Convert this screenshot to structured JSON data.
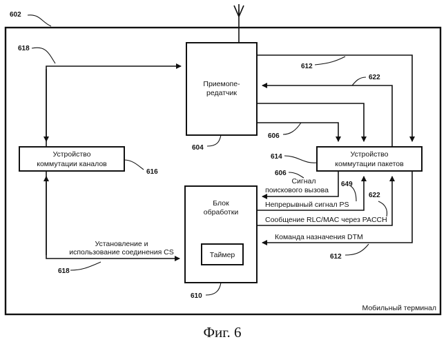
{
  "figure": {
    "caption": "Фиг. 6",
    "frame_label": "Мобильный терминал",
    "frame_ref": "602"
  },
  "blocks": {
    "transceiver": {
      "lines": [
        "Приемопе-",
        "редатчик"
      ],
      "ref": "604"
    },
    "cs_device": {
      "lines": [
        "Устройство",
        "коммутации каналов"
      ],
      "ref": "616"
    },
    "ps_device": {
      "lines": [
        "Устройство",
        "коммутации пакетов"
      ],
      "ref": "614"
    },
    "processor": {
      "lines": [
        "Блок",
        "обработки"
      ],
      "ref": "610"
    },
    "timer": {
      "label": "Таймер"
    }
  },
  "signals": {
    "paging": {
      "lines": [
        "Сигнал",
        "поискового вызова"
      ],
      "ref": "606"
    },
    "ps_cont": {
      "label": "Непрерывный сигнал PS",
      "ref": "649"
    },
    "rlc_mac": {
      "label": "Сообщение RLC/MAC через PACCH",
      "ref": "622"
    },
    "dtm": {
      "label": "Команда назначения DTM",
      "ref": "612"
    },
    "cs_setup": {
      "lines": [
        "Установление и",
        "использование соединения CS"
      ],
      "ref": "618"
    }
  },
  "refs": {
    "r618_top": "618",
    "r612_top": "612",
    "r622_top": "622",
    "r606_mid": "606"
  }
}
